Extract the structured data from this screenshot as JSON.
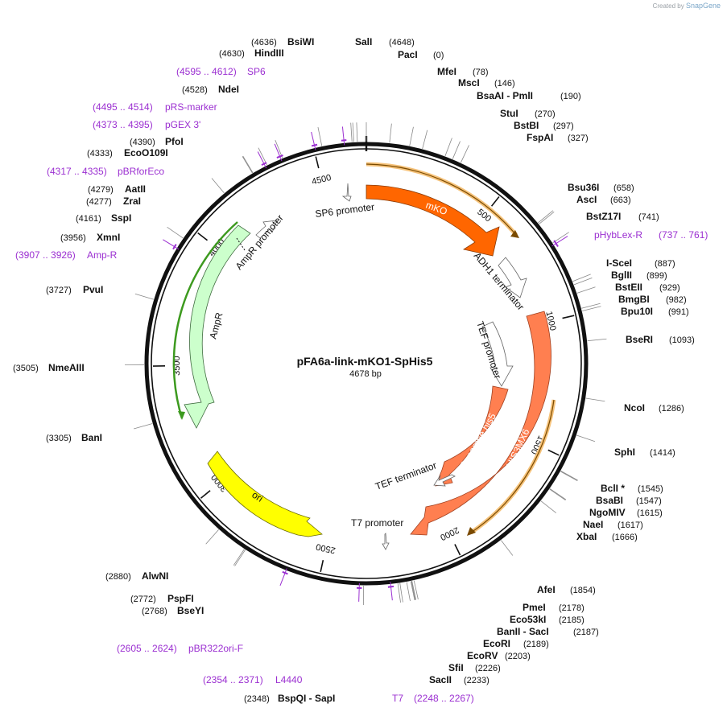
{
  "credit": {
    "prefix": "Created by",
    "brand": "SnapGene"
  },
  "plasmid": {
    "name": "pFA6a-link-mKO1-SpHis5",
    "size": "4678 bp",
    "length": 4678
  },
  "ticks": [
    {
      "text": "500",
      "at": 500
    },
    {
      "text": "1000",
      "at": 1000
    },
    {
      "text": "1500",
      "at": 1500
    },
    {
      "text": "2000",
      "at": 2000
    },
    {
      "text": "2500",
      "at": 2500
    },
    {
      "text": "3000",
      "at": 3000
    },
    {
      "text": "3500",
      "at": 3500
    },
    {
      "text": "4000",
      "at": 4000
    },
    {
      "text": "4500",
      "at": 4500
    }
  ],
  "sites": [
    {
      "pos": "(4636)",
      "name": "BsiWI",
      "at": 4636
    },
    {
      "pos": "(4630)",
      "name": "HindIII",
      "at": 4630
    },
    {
      "pos": "(4648)",
      "name": "SalI",
      "at": 4648
    },
    {
      "pos": "(0)",
      "name": "PacI",
      "at": 0
    },
    {
      "pos": "(78)",
      "name": "MfeI",
      "at": 78
    },
    {
      "pos": "(146)",
      "name": "MscI",
      "at": 146
    },
    {
      "pos": "(190)",
      "name": "BsaAI - PmlI",
      "at": 190
    },
    {
      "pos": "(270)",
      "name": "StuI",
      "at": 270
    },
    {
      "pos": "(297)",
      "name": "BstBI",
      "at": 297
    },
    {
      "pos": "(327)",
      "name": "FspAI",
      "at": 327
    },
    {
      "pos": "(658)",
      "name": "Bsu36I",
      "at": 658
    },
    {
      "pos": "(663)",
      "name": "AscI",
      "at": 663
    },
    {
      "pos": "(741)",
      "name": "BstZ17I",
      "at": 741
    },
    {
      "pos": "(887)",
      "name": "I-SceI",
      "at": 887
    },
    {
      "pos": "(899)",
      "name": "BglII",
      "at": 899
    },
    {
      "pos": "(929)",
      "name": "BstEII",
      "at": 929
    },
    {
      "pos": "(982)",
      "name": "BmgBI",
      "at": 982
    },
    {
      "pos": "(991)",
      "name": "Bpu10I",
      "at": 991
    },
    {
      "pos": "(1093)",
      "name": "BseRI",
      "at": 1093
    },
    {
      "pos": "(1286)",
      "name": "NcoI",
      "at": 1286
    },
    {
      "pos": "(1414)",
      "name": "SphI",
      "at": 1414
    },
    {
      "pos": "(1545)",
      "name": "BclI *",
      "at": 1545
    },
    {
      "pos": "(1547)",
      "name": "BsaBI",
      "at": 1547
    },
    {
      "pos": "(1615)",
      "name": "NgoMIV",
      "at": 1615
    },
    {
      "pos": "(1617)",
      "name": "NaeI",
      "at": 1617
    },
    {
      "pos": "(1666)",
      "name": "XbaI",
      "at": 1666
    },
    {
      "pos": "(1854)",
      "name": "AfeI",
      "at": 1854
    },
    {
      "pos": "(2178)",
      "name": "PmeI",
      "at": 2178
    },
    {
      "pos": "(2185)",
      "name": "Eco53kI",
      "at": 2185
    },
    {
      "pos": "(2187)",
      "name": "BanII - SacI",
      "at": 2187
    },
    {
      "pos": "(2189)",
      "name": "EcoRI",
      "at": 2189
    },
    {
      "pos": "(2203)",
      "name": "EcoRV",
      "at": 2203
    },
    {
      "pos": "(2226)",
      "name": "SfiI",
      "at": 2226
    },
    {
      "pos": "(2233)",
      "name": "SacII",
      "at": 2233
    },
    {
      "pos": "(2348)",
      "name": "BspQI - SapI",
      "at": 2348
    },
    {
      "pos": "(2768)",
      "name": "BseYI",
      "at": 2768
    },
    {
      "pos": "(2772)",
      "name": "PspFI",
      "at": 2772
    },
    {
      "pos": "(2880)",
      "name": "AlwNI",
      "at": 2880
    },
    {
      "pos": "(3305)",
      "name": "BanI",
      "at": 3305
    },
    {
      "pos": "(3505)",
      "name": "NmeAIII",
      "at": 3505
    },
    {
      "pos": "(3727)",
      "name": "PvuI",
      "at": 3727
    },
    {
      "pos": "(3956)",
      "name": "XmnI",
      "at": 3956
    },
    {
      "pos": "(4161)",
      "name": "SspI",
      "at": 4161
    },
    {
      "pos": "(4277)",
      "name": "ZraI",
      "at": 4277
    },
    {
      "pos": "(4279)",
      "name": "AatII",
      "at": 4279
    },
    {
      "pos": "(4333)",
      "name": "EcoO109I",
      "at": 4333
    },
    {
      "pos": "(4390)",
      "name": "PfoI",
      "at": 4390
    },
    {
      "pos": "(4528)",
      "name": "NdeI",
      "at": 4528
    }
  ],
  "primers": [
    {
      "range": "(4595 .. 4612)",
      "name": "SP6",
      "start": 4595,
      "end": 4612
    },
    {
      "range": "(4495 .. 4514)",
      "name": "pRS-marker",
      "start": 4495,
      "end": 4514
    },
    {
      "range": "(4373 .. 4395)",
      "name": "pGEX 3'",
      "start": 4373,
      "end": 4395
    },
    {
      "range": "(4317 .. 4335)",
      "name": "pBRforEco",
      "start": 4317,
      "end": 4335
    },
    {
      "range": "(737 .. 761)",
      "name": "pHybLex-R",
      "start": 737,
      "end": 761
    },
    {
      "range": "(3907 .. 3926)",
      "name": "Amp-R",
      "start": 3907,
      "end": 3926
    },
    {
      "range": "(2605 .. 2624)",
      "name": "pBR322ori-F",
      "start": 2605,
      "end": 2624
    },
    {
      "range": "(2354 .. 2371)",
      "name": "L4440",
      "start": 2354,
      "end": 2371
    },
    {
      "range": "(2248 .. 2267)",
      "name": "T7",
      "start": 2248,
      "end": 2267
    }
  ],
  "features": [
    {
      "name": "mKO",
      "color": "#ff6600"
    },
    {
      "name": "HIS3MX6",
      "color": "#ff7f50"
    },
    {
      "name": "S. pombe his5",
      "color": "#ff7f50"
    },
    {
      "name": "AmpR",
      "color": "#ccffcc"
    },
    {
      "name": "ori",
      "color": "#ffff00"
    },
    {
      "name": "SP6 promoter",
      "color": "#ffffff"
    },
    {
      "name": "ADH1 terminator",
      "color": "#ffffff"
    },
    {
      "name": "TEF promoter",
      "color": "#ffffff"
    },
    {
      "name": "TEF terminator",
      "color": "#ffffff"
    },
    {
      "name": "T7 promoter",
      "color": "#ffffff"
    },
    {
      "name": "AmpR promoter",
      "color": "#ffffff"
    }
  ],
  "colors": {
    "primer": "#9b2fd1",
    "orf_highlight": "#f5c27a",
    "ampr_highlight": "#3d9a1f"
  }
}
